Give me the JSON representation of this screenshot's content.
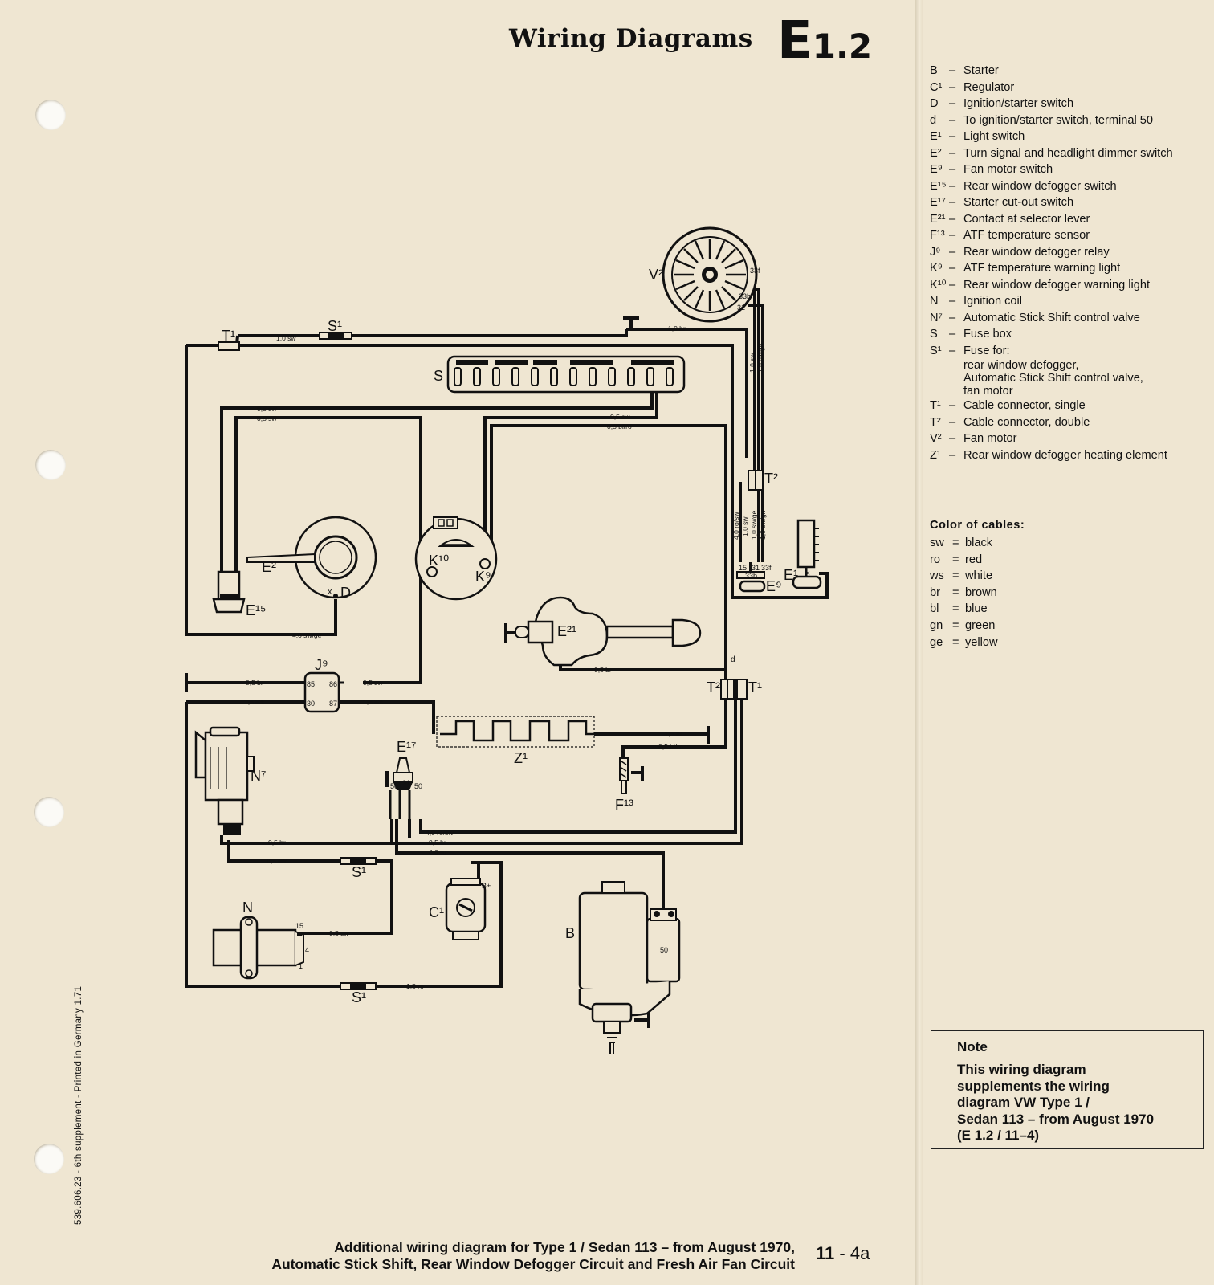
{
  "header": {
    "title": "Wiring Diagrams",
    "code_letter": "E",
    "code_number": "1.2"
  },
  "legend": [
    {
      "key": "B",
      "text": "Starter"
    },
    {
      "key": "C¹",
      "text": "Regulator"
    },
    {
      "key": "D",
      "text": "Ignition/starter switch"
    },
    {
      "key": "d",
      "text": "To ignition/starter  switch, terminal 50"
    },
    {
      "key": "E¹",
      "text": "Light switch"
    },
    {
      "key": "E²",
      "text": "Turn signal and headlight dimmer switch"
    },
    {
      "key": "E⁹",
      "text": "Fan motor switch"
    },
    {
      "key": "E¹⁵",
      "text": "Rear window defogger switch"
    },
    {
      "key": "E¹⁷",
      "text": "Starter cut-out switch"
    },
    {
      "key": "E²¹",
      "text": "Contact at selector lever"
    },
    {
      "key": "F¹³",
      "text": "ATF temperature sensor"
    },
    {
      "key": "J⁹",
      "text": "Rear window defogger relay"
    },
    {
      "key": "K⁹",
      "text": "ATF temperature warning light"
    },
    {
      "key": "K¹⁰",
      "text": "Rear window defogger warning light"
    },
    {
      "key": "N",
      "text": "Ignition coil"
    },
    {
      "key": "N⁷",
      "text": "Automatic Stick Shift control valve"
    },
    {
      "key": "S",
      "text": "Fuse box"
    },
    {
      "key": "S¹",
      "text": "Fuse for:",
      "sub": [
        "rear window defogger,",
        "Automatic Stick Shift control valve,",
        "fan motor"
      ]
    },
    {
      "key": "T¹",
      "text": "Cable connector, single"
    },
    {
      "key": "T²",
      "text": "Cable connector, double"
    },
    {
      "key": "V²",
      "text": "Fan motor"
    },
    {
      "key": "Z¹",
      "text": "Rear window defogger heating element"
    }
  ],
  "colors_title": "Color of cables:",
  "cable_colors": [
    {
      "code": "sw",
      "name": "black"
    },
    {
      "code": "ro",
      "name": "red"
    },
    {
      "code": "ws",
      "name": "white"
    },
    {
      "code": "br",
      "name": "brown"
    },
    {
      "code": "bl",
      "name": "blue"
    },
    {
      "code": "gn",
      "name": "green"
    },
    {
      "code": "ge",
      "name": "yellow"
    }
  ],
  "note": {
    "title": "Note",
    "lines": [
      "This wiring diagram",
      "supplements the wiring",
      "diagram VW Type 1 /",
      "Sedan 113 – from August 1970",
      "(E 1.2 / 11–4)"
    ]
  },
  "caption": {
    "line1": "Additional wiring diagram for Type 1 / Sedan 113 – from August 1970,",
    "line2": "Automatic Stick Shift, Rear Window Defogger Circuit and Fresh Air Fan Circuit"
  },
  "page_number": {
    "major": "11",
    "minor": "- 4a"
  },
  "side_text": "539.606.23 - 6th supplement - Printed in Germany 1.71",
  "diagram": {
    "components": {
      "V2": "V²",
      "S1a": "S¹",
      "T1a": "T¹",
      "S": "S",
      "T2a": "T²",
      "E2": "E²",
      "D": "D",
      "xD": "x",
      "E15": "E¹⁵",
      "K10": "K¹⁰",
      "K9": "K⁹",
      "E1": "E¹",
      "E9": "E⁹",
      "E21": "E²¹",
      "J9": "J⁹",
      "T2b": "T²",
      "T1b": "T¹",
      "d": "d",
      "N7": "N⁷",
      "E17": "E¹⁷",
      "Z1": "Z¹",
      "F13": "F¹³",
      "S1b": "S¹",
      "C1": "C¹",
      "N": "N",
      "S1c": "S¹",
      "B": "B"
    },
    "terminals": {
      "t33f": "33f",
      "t33b": "33b",
      "t31": "31",
      "t15": "15",
      "t33bE9": "33b",
      "t31E9": "31",
      "t33fE9": "33f",
      "j85": "85",
      "j86": "86",
      "j30": "30",
      "j87": "87",
      "e50a": "50",
      "e31": "31",
      "e50b": "50",
      "n15": "15",
      "n4": "4",
      "n1": "1",
      "bplus": "B+",
      "b50": "50",
      "xE1": "x"
    },
    "wires": {
      "w1": "1,0 sw",
      "w2": "1,0 br",
      "w3": "0,5 sw",
      "w4": "0,5 sw",
      "w5": "0,5 sw",
      "w6": "0,5 bl/ro",
      "w7": "1,0 sw",
      "w8": "1,0 sw/gn",
      "w9": "4,0 ro/sw",
      "w10": "1,0 sw",
      "w11": "1,0 sw/ge",
      "w12": "1,0 sw/gn",
      "w13": "4,0 sw/ge",
      "w14": "0,5 br",
      "w15": "0,5 sw",
      "w16": "0,5 br",
      "w17": "1,5 ws",
      "w18": "1,5 ws",
      "w19": "1,5 br",
      "w20": "0,5 bl/ro",
      "w21": "0,5 br",
      "w22": "0,5 sw",
      "w23": "4,0 ro/sw",
      "w24": "0,5 br",
      "w25": "4,0 ro",
      "w26": "0,5 sw",
      "w27": "1,5 ro"
    }
  }
}
